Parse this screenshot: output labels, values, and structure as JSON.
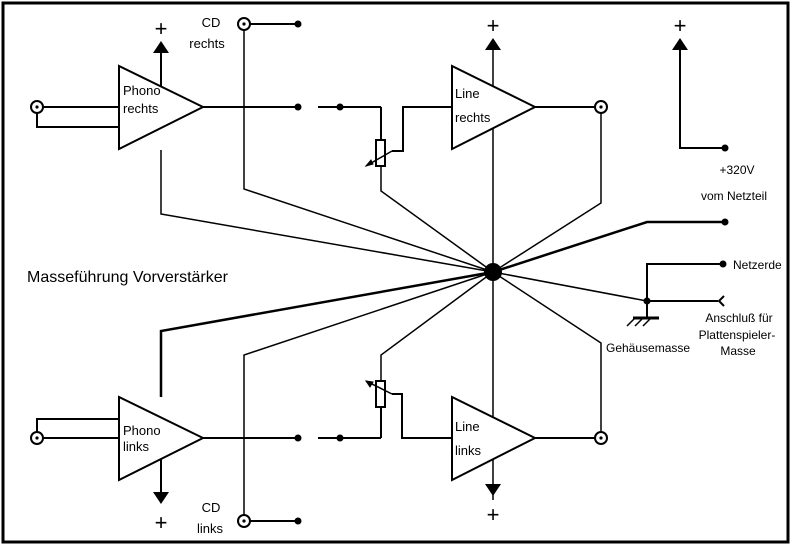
{
  "diagram": {
    "title": "Masseführung  Vorverstärker",
    "colors": {
      "ink": "#000000",
      "background": "#ffffff"
    },
    "amplifiers": [
      {
        "id": "phono-rechts",
        "line1": "Phono",
        "line2": "rechts",
        "supply": "+"
      },
      {
        "id": "line-rechts",
        "line1": "Line",
        "line2": "rechts",
        "supply": "+"
      },
      {
        "id": "phono-links",
        "line1": "Phono",
        "line2": "links",
        "supply": "+"
      },
      {
        "id": "line-links",
        "line1": "Line",
        "line2": "links",
        "supply": "+"
      }
    ],
    "inputs": {
      "cd_rechts": {
        "line1": "CD",
        "line2": "rechts"
      },
      "cd_links": {
        "line1": "CD",
        "line2": "links"
      }
    },
    "power": {
      "plus": "+",
      "voltage": "+320V",
      "source": "vom Netzteil"
    },
    "ground": {
      "netzerde": "Netzerde",
      "chassis": "Gehäusemasse",
      "turntable_line1": "Anschluß für",
      "turntable_line2": "Plattenspieler-",
      "turntable_line3": "Masse"
    }
  }
}
